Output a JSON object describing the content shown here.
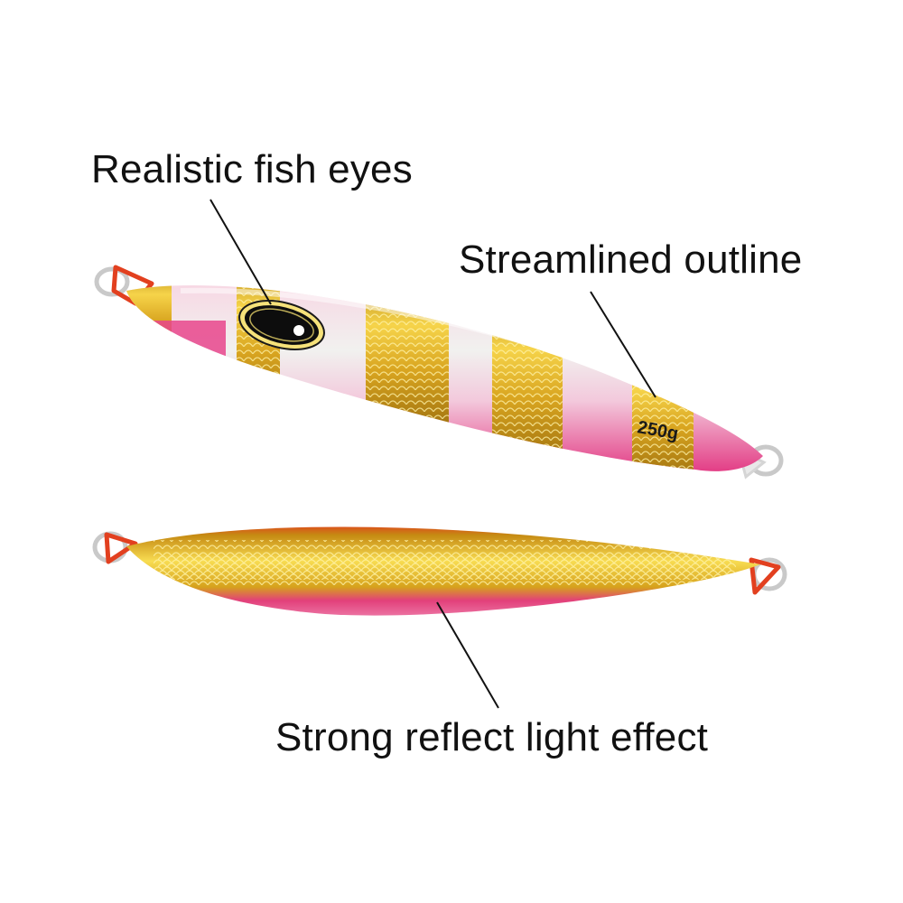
{
  "callouts": {
    "eyes": "Realistic fish eyes",
    "outline": "Streamlined outline",
    "reflect": "Strong reflect light effect"
  },
  "lure": {
    "weight_marking": "250g"
  },
  "colors": {
    "pink": "#e8458c",
    "gold": "#d9a520",
    "glow_white": "#f1f2ef",
    "ring_red": "#e2401f"
  }
}
